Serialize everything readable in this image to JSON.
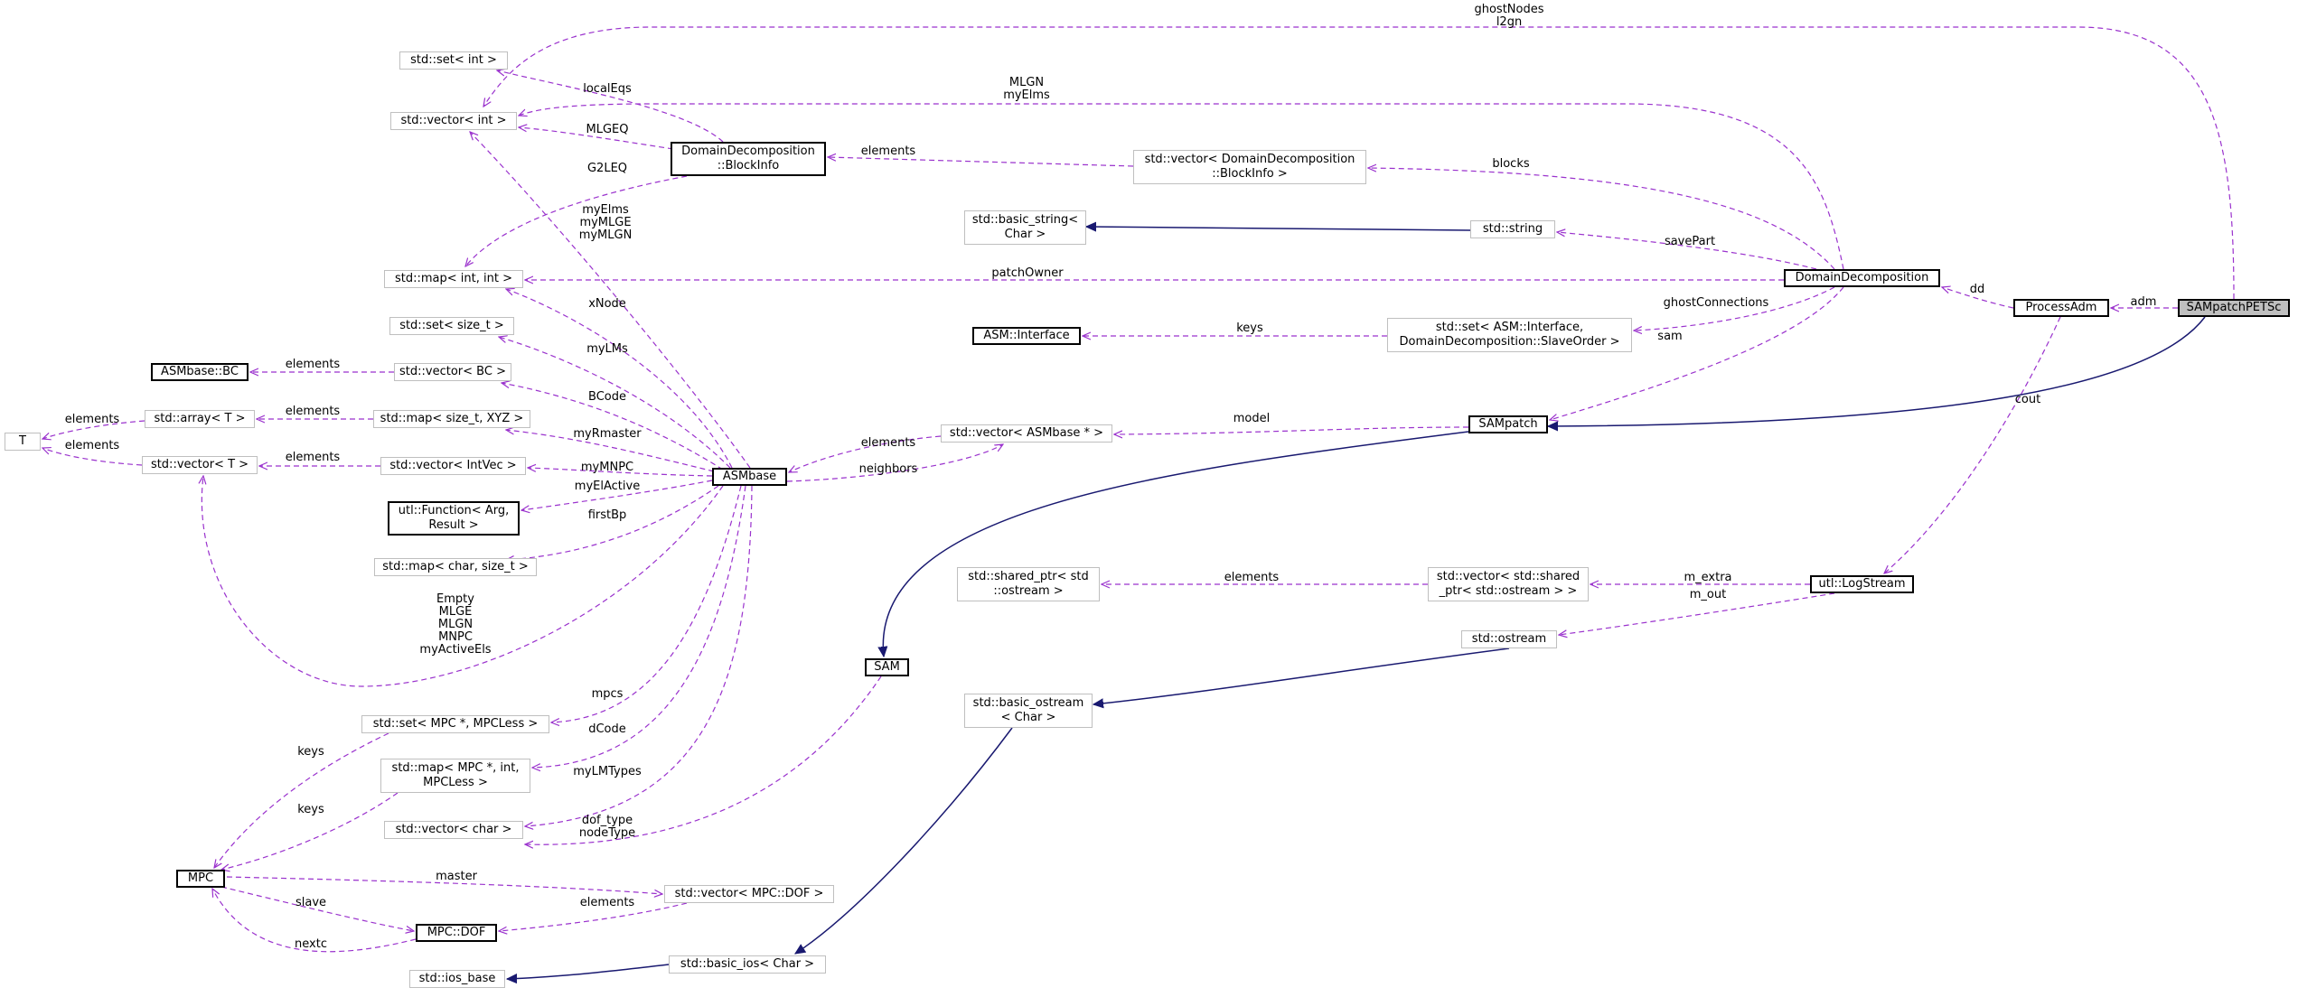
{
  "colors": {
    "dep": "#9a32cd",
    "inherit": "#191970",
    "gray_border": "#bfbfbf",
    "highlight": "#bfbfbf"
  },
  "nodes": {
    "sampatchpetsc": "SAMpatchPETSc",
    "processadm": "ProcessAdm",
    "domaindecomposition": "DomainDecomposition",
    "sampatch": "SAMpatch",
    "sam": "SAM",
    "asmbase": "ASMbase",
    "logstream": "utl::LogStream",
    "std_string": "std::string",
    "std_basic_string": "std::basic_string<\nChar >",
    "vector_blockinfo": "std::vector< DomainDecomposition\n::BlockInfo >",
    "blockinfo": "DomainDecomposition\n::BlockInfo",
    "set_int": "std::set< int >",
    "vector_int": "std::vector< int >",
    "map_int_int": "std::map< int, int >",
    "set_size_t": "std::set< size_t >",
    "asmbase_bc": "ASMbase::BC",
    "vector_bc": "std::vector< BC >",
    "array_t": "std::array< T >",
    "map_size_t_xyz": "std::map< size_t, XYZ >",
    "t": "T",
    "vector_t": "std::vector< T >",
    "vector_intvec": "std::vector< IntVec >",
    "function": "utl::Function< Arg,\nResult >",
    "map_char_size_t": "std::map< char, size_t >",
    "asm_interface": "ASM::Interface",
    "set_interface": "std::set< ASM::Interface,\nDomainDecomposition::SlaveOrder >",
    "vector_asmbase": "std::vector< ASMbase * >",
    "shared_ptr": "std::shared_ptr< std\n::ostream >",
    "vector_shared_ptr": "std::vector< std::shared\n_ptr< std::ostream > >",
    "ostream": "std::ostream",
    "basic_ostream": "std::basic_ostream\n< Char >",
    "set_mpc": "std::set< MPC *, MPCLess >",
    "map_mpc": "std::map< MPC *, int,\nMPCLess >",
    "vector_char": "std::vector< char >",
    "mpc": "MPC",
    "vector_mpc_dof": "std::vector< MPC::DOF >",
    "mpc_dof": "MPC::DOF",
    "ios_base": "std::ios_base",
    "basic_ios": "std::basic_ios< Char >"
  },
  "edge_labels": {
    "ghostnodes": "ghostNodes\nl2gn",
    "mlgn_myelms": "MLGN\nmyElms",
    "localeqs": "localEqs",
    "mlgeq": "MLGEQ",
    "g2leq": "G2LEQ",
    "elements_blockinfo": "elements",
    "blocks": "blocks",
    "savepart": "savePart",
    "patchowner": "patchOwner",
    "dd": "dd",
    "adm": "adm",
    "ghostconnections": "ghostConnections",
    "keys_interface": "keys",
    "sam": "sam",
    "cout": "cout",
    "model": "model",
    "elements_asmbase": "elements",
    "neighbors": "neighbors",
    "myelms_mlge_mlgn": "myElms\nmyMLGE\nmyMLGN",
    "xnode": "xNode",
    "mylms": "myLMs",
    "bcode": "BCode",
    "myrmaster": "myRmaster",
    "mymnpc": "myMNPC",
    "myelactive": "myElActive",
    "firstbp": "firstBp",
    "elements_bc": "elements",
    "elements_array": "elements",
    "elements_t1": "elements",
    "elements_t2": "elements",
    "elements_intvec": "elements",
    "empty_group": "Empty\nMLGE\nMLGN\nMNPC\nmyActiveEls",
    "mpcs": "mpcs",
    "dcode": "dCode",
    "mylmtypes": "myLMTypes",
    "doftype": "dof_type\nnodeType",
    "elements_shared": "elements",
    "m_extra": "m_extra",
    "m_out": "m_out",
    "keys_mpc1": "keys",
    "keys_mpc2": "keys",
    "master": "master",
    "slave": "slave",
    "elements_dof": "elements",
    "nextc": "nextc"
  }
}
